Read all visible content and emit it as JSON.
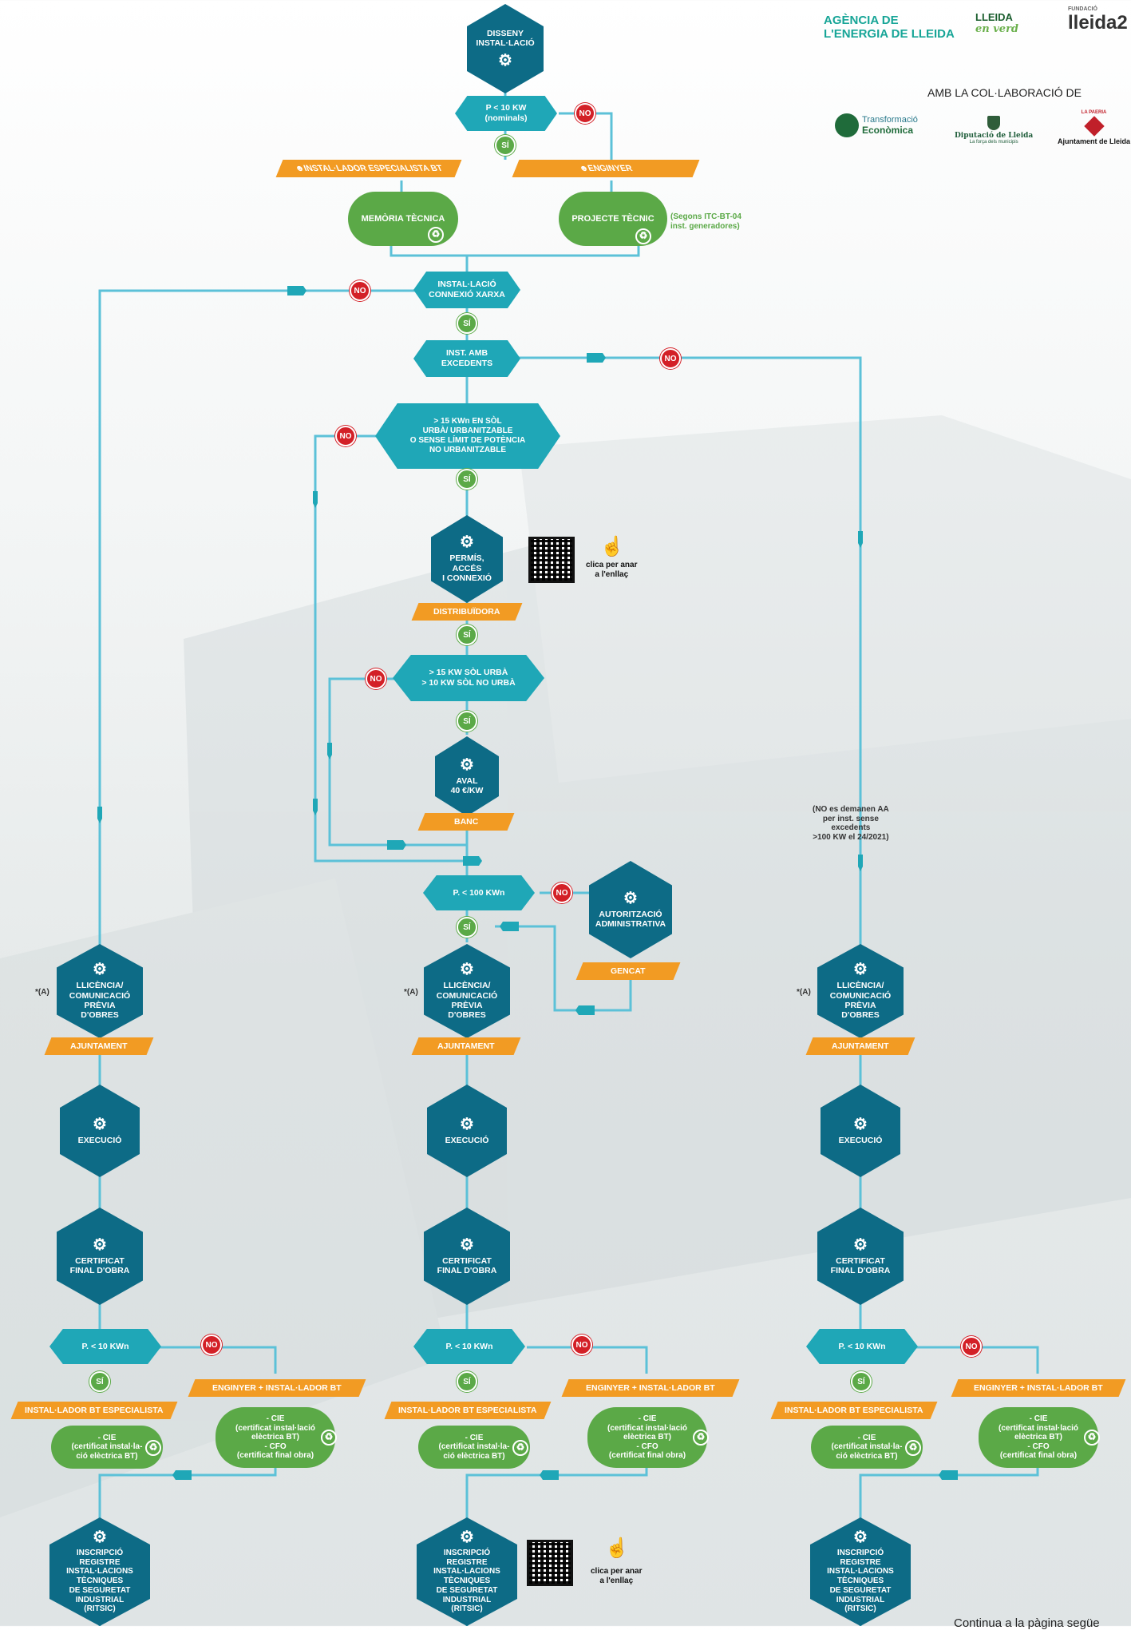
{
  "header": {
    "agency": "AGÈNCIA DE L'ENERGIA DE LLEIDA",
    "lleida_verd_line1": "LLEIDA",
    "lleida_verd_line2": "en verd",
    "fundacio_small": "FUNDACIÓ",
    "fundacio_name": "lleida2",
    "collab": "AMB LA COL·LABORACIÓ DE",
    "te_line1": "Transformació",
    "te_line2": "Econòmica",
    "dip_line1": "Diputació de Lleida",
    "dip_line2": "La força dels municipis",
    "aj_small": "LA PAERIA",
    "aj_name": "Ajuntament de Lleida"
  },
  "top": {
    "disseny": "DISSENY\nINSTAL·LACIÓ",
    "p10": "P < 10 KW\n(nominals)",
    "installer": "INSTAL·LADOR ESPECIALISTA BT",
    "engineer": "ENGINYER",
    "memoria": "MEMÒRIA TÈCNICA",
    "projecte": "PROJECTE TÈCNIC",
    "itc_note": "(Segons ITC-BT-04\ninst. generadores)"
  },
  "flow": {
    "connexio": "INSTAL·LACIÓ\nCONNEXIÓ XARXA",
    "excedents": "INST. AMB\nEXCEDENTS",
    "sol15": "> 15 KWn EN SÒL\nURBÀ/ URBANITZABLE\nO SENSE LÍMIT DE POTÈNCIA\nNO URBANITZABLE",
    "permis": "PERMÍS,\nACCÉS\nI CONNEXIÓ",
    "clica": "clica per anar\na l'enllaç",
    "distribuidora": "DISTRIBUÏDORA",
    "sol_urba": "> 15 KW SÒL URBÀ\n> 10 KW SÒL NO URBÀ",
    "aval": "AVAL\n40 €/KW",
    "banc": "BANC",
    "aa_note": "(NO es demanen AA\nper inst. sense\nexcedents\n>100 KW el 24/2021)",
    "p100": "P. < 100 KWn",
    "autoritzacio": "AUTORITZACIÓ\nADMINISTRATIVA",
    "gencat": "GENCAT"
  },
  "labels": {
    "no": "NO",
    "si": "SÍ",
    "asterisk": "*(A)",
    "llicencia": "LLICÈNCIA/\nCOMUNICACIÓ\nPRÈVIA\nD'OBRES",
    "ajuntament": "AJUNTAMENT",
    "execucio": "EXECUCIÓ",
    "certificat": "CERTIFICAT\nFINAL D'OBRA",
    "p10n": "P. < 10 KWn",
    "installer": "INSTAL·LADOR BT ESPECIALISTA",
    "enginyer_installer": "ENGINYER + INSTAL·LADOR BT",
    "cie_short": "- CIE\n(certificat instal·la-\nció elèctrica BT)",
    "cie_cfo": "- CIE\n(certificat instal·lació\nelèctrica BT)\n- CFO\n(certificat final obra)",
    "ritsic": "INSCRIPCIÓ\nREGISTRE\nINSTAL·LACIONS\nTÈCNIQUES\nDE SEGURETAT\nINDUSTRIAL\n(RITSIC)"
  },
  "footer": {
    "continua": "Continua a la pàgina següe"
  },
  "colors": {
    "dark_teal": "#0d6b86",
    "light_teal": "#1fa7b7",
    "orange": "#f29b23",
    "green": "#5ba947",
    "red": "#d32027",
    "line": "#5cc1d8"
  }
}
